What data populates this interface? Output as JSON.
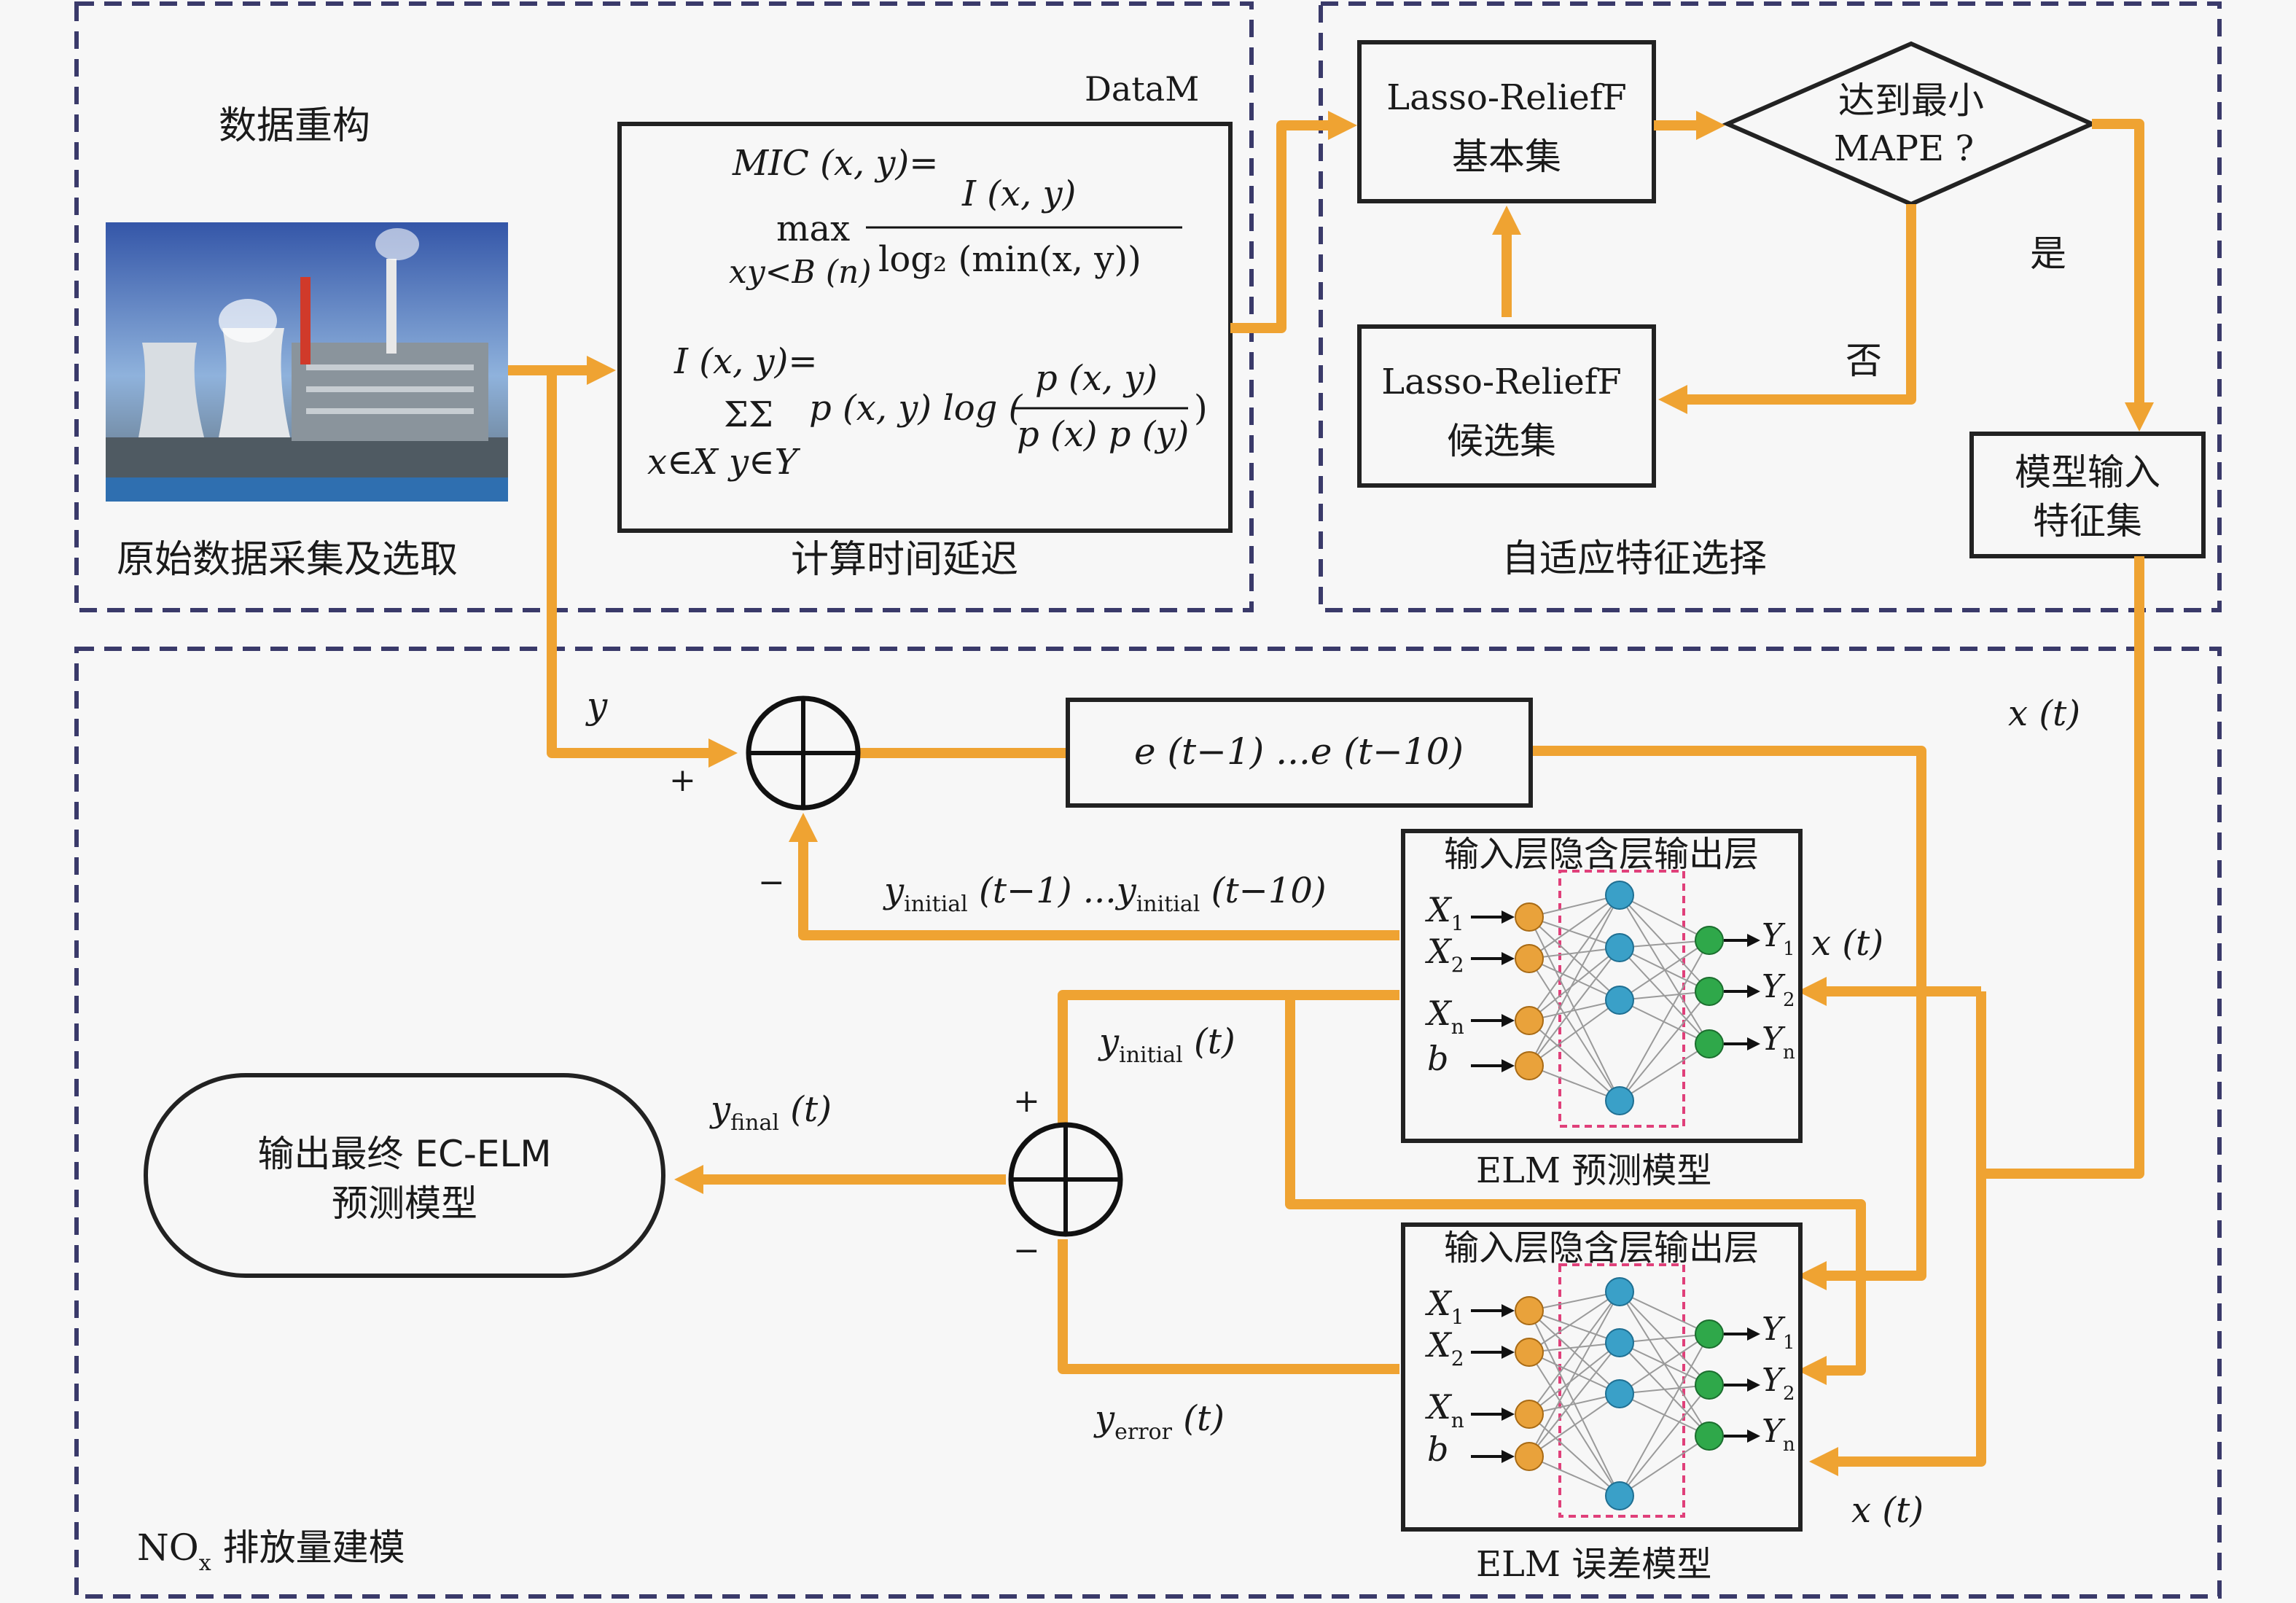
{
  "regions": {
    "data_reconstruction": "数据重构",
    "adaptive_feature_selection": "自适应特征选择",
    "nox_modeling": "NO",
    "nox_modeling_sub": "x",
    "nox_modeling_suffix": " 排放量建模"
  },
  "raw_data": {
    "caption": "原始数据采集及选取"
  },
  "time_delay": {
    "label_top": "DataM",
    "caption": "计算时间延迟",
    "formula": {
      "mic_lhs": "MIC (x, y)=",
      "mic_num": "I (x, y)",
      "mic_max": "max",
      "mic_sub": "xy<B (n)",
      "mic_den": "log₂ (min(x, y))",
      "i_lhs": "I (x, y)=",
      "i_sum": "ΣΣ",
      "i_body": "p (x, y) log (",
      "i_num": "p (x, y)",
      "i_den": "p (x) p (y)",
      "i_close": ")",
      "i_sub": "x∈X  y∈Y"
    }
  },
  "feature_selection": {
    "basic_set": [
      "Lasso-ReliefF",
      "基本集"
    ],
    "candidate_set": [
      "Lasso-ReliefF",
      "候选集"
    ],
    "decision": [
      "达到最小",
      "MAPE ?"
    ],
    "yes": "是",
    "no": "否",
    "model_input": [
      "模型输入",
      "特征集"
    ]
  },
  "signals": {
    "y": "y",
    "plus1": "+",
    "minus1": "−",
    "plus2": "+",
    "minus2": "−",
    "error_lag": "e (t−1) ...e (t−10)",
    "y_initial_lag": {
      "a": "y",
      "a_sub": "initial",
      "b": " (t−1) ...y",
      "b_sub": "initial",
      "c": " (t−10)"
    },
    "y_initial_t": {
      "a": "y",
      "a_sub": "initial",
      "b": " (t)"
    },
    "y_final_t": {
      "a": "y",
      "a_sub": "final",
      "b": " (t)"
    },
    "y_error_t": {
      "a": "y",
      "a_sub": "error",
      "b": " (t)"
    },
    "x_t_1": "x (t)",
    "x_t_2": "x (t)",
    "x_t_3": "x (t)"
  },
  "elm_predict": {
    "header": "输入层隐含层输出层",
    "caption": "ELM 预测模型",
    "inputs": [
      [
        "X",
        "1"
      ],
      [
        "X",
        "2"
      ],
      [
        "X",
        "n"
      ],
      [
        "b",
        ""
      ]
    ],
    "outputs": [
      [
        "Y",
        "1"
      ],
      [
        "Y",
        "2"
      ],
      [
        "Y",
        "n"
      ]
    ]
  },
  "elm_error": {
    "header": "输入层隐含层输出层",
    "caption": "ELM 误差模型",
    "inputs": [
      [
        "X",
        "1"
      ],
      [
        "X",
        "2"
      ],
      [
        "X",
        "n"
      ],
      [
        "b",
        ""
      ]
    ],
    "outputs": [
      [
        "Y",
        "1"
      ],
      [
        "Y",
        "2"
      ],
      [
        "Y",
        "n"
      ]
    ]
  },
  "final_output": [
    "输出最终 EC-ELM",
    "预测模型"
  ],
  "colors": {
    "pipe": "#efa332",
    "input_node": "#e9a23b",
    "hidden_node": "#3aa0c8",
    "output_node": "#2fa84a",
    "hidden_frame": "#e0407a"
  }
}
